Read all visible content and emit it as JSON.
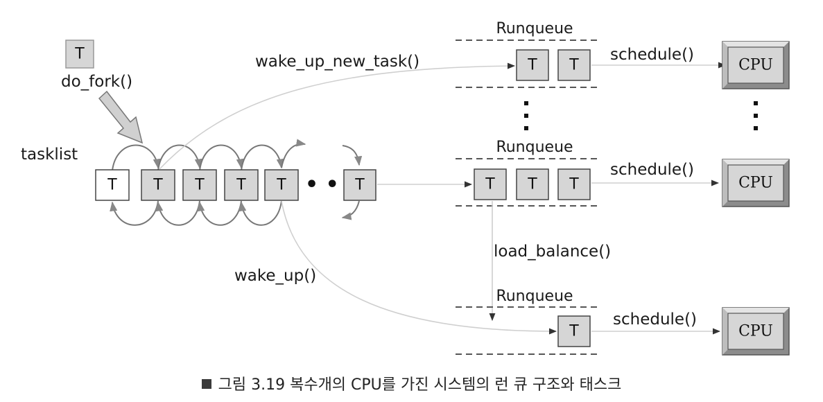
{
  "diagram": {
    "task_label": "T",
    "do_fork_label": "do_fork()",
    "tasklist_label": "tasklist",
    "ellipsis": "• • •",
    "wake_up_new_task_label": "wake_up_new_task()",
    "wake_up_label": "wake_up()",
    "load_balance_label": "load_balance()",
    "runqueue_label": "Runqueue",
    "schedule_label": "schedule()",
    "cpu_label": "CPU"
  },
  "caption": {
    "text": "그림 3.19  복수개의 CPU를 가진 시스템의 런 큐 구조와 태스크"
  }
}
